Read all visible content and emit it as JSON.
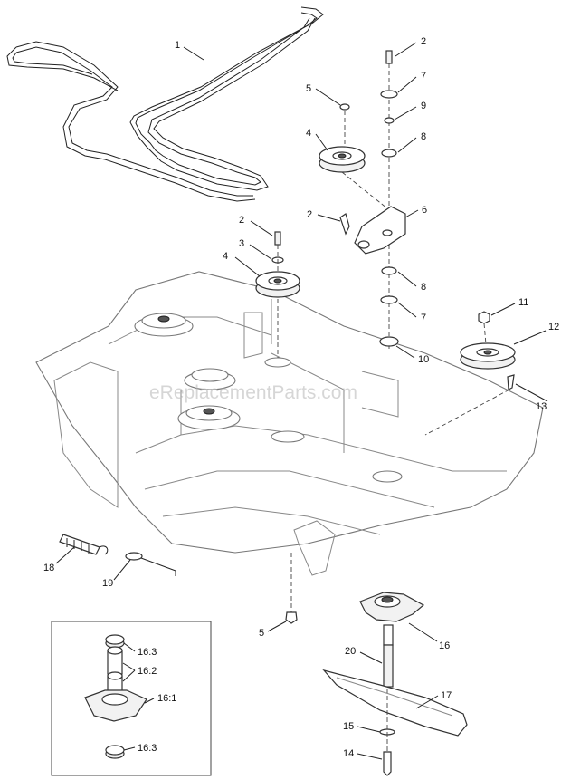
{
  "watermark": "eReplacementParts.com",
  "callouts": [
    {
      "id": "c1",
      "label": "1"
    },
    {
      "id": "c2a",
      "label": "2"
    },
    {
      "id": "c7a",
      "label": "7"
    },
    {
      "id": "c5a",
      "label": "5"
    },
    {
      "id": "c9",
      "label": "9"
    },
    {
      "id": "c4a",
      "label": "4"
    },
    {
      "id": "c8a",
      "label": "8"
    },
    {
      "id": "c2b",
      "label": "2"
    },
    {
      "id": "c6",
      "label": "6"
    },
    {
      "id": "c2c",
      "label": "2"
    },
    {
      "id": "c3",
      "label": "3"
    },
    {
      "id": "c4b",
      "label": "4"
    },
    {
      "id": "c8b",
      "label": "8"
    },
    {
      "id": "c11",
      "label": "11"
    },
    {
      "id": "c7b",
      "label": "7"
    },
    {
      "id": "c12",
      "label": "12"
    },
    {
      "id": "c10",
      "label": "10"
    },
    {
      "id": "c13",
      "label": "13"
    },
    {
      "id": "c18",
      "label": "18"
    },
    {
      "id": "c19",
      "label": "19"
    },
    {
      "id": "c5b",
      "label": "5"
    },
    {
      "id": "c16",
      "label": "16"
    },
    {
      "id": "c20",
      "label": "20"
    },
    {
      "id": "c17",
      "label": "17"
    },
    {
      "id": "c15",
      "label": "15"
    },
    {
      "id": "c14",
      "label": "14"
    },
    {
      "id": "c163a",
      "label": "16:3"
    },
    {
      "id": "c162",
      "label": "16:2"
    },
    {
      "id": "c161",
      "label": "16:1"
    },
    {
      "id": "c163b",
      "label": "16:3"
    }
  ]
}
